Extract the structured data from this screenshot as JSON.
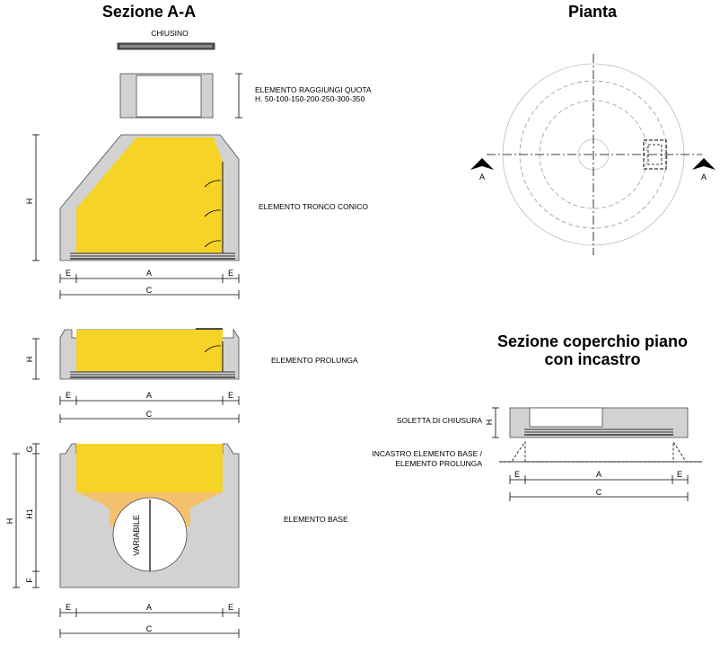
{
  "titles": {
    "section": "Sezione A-A",
    "plan": "Pianta",
    "cover_line1": "Sezione coperchio piano",
    "cover_line2": "con incastro"
  },
  "labels": {
    "chiusino": "CHIUSINO",
    "raggiungi_line1": "ELEMENTO RAGGIUNGI QUOTA",
    "raggiungi_line2": "H. 50-100-150-200-250-300-350",
    "tronco_conico": "ELEMENTO TRONCO CONICO",
    "prolunga": "ELEMENTO PROLUNGA",
    "base": "ELEMENTO BASE",
    "soletta": "SOLETTA DI CHIUSURA",
    "incastro_line1": "INCASTRO ELEMENTO BASE /",
    "incastro_line2": "ELEMENTO PROLUNGA",
    "variabile": "VARIABILE"
  },
  "dimensions": {
    "E": "E",
    "A": "A",
    "C": "C",
    "H": "H",
    "H1": "H1",
    "G": "G",
    "F": "F"
  },
  "section_marker": "A",
  "colors": {
    "concrete": "#d2d2d2",
    "fill": "#f5d327",
    "outline": "#4a4a4a"
  }
}
